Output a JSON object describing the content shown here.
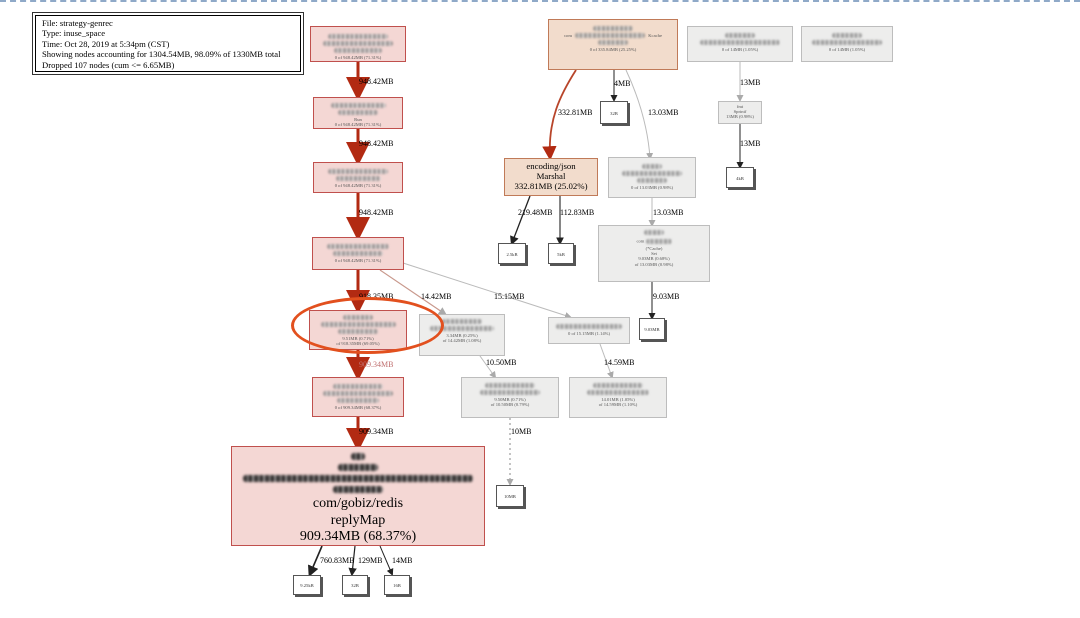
{
  "legend": {
    "file": "File: strategy-genrec",
    "type": "Type: inuse_space",
    "time": "Time: Oct 28, 2019 at 5:34pm (CST)",
    "showing": "Showing nodes accounting for 1304.54MB, 98.09% of 1330MB total",
    "dropped": "Dropped 107 nodes (cum <= 6.65MB)"
  },
  "nodes": {
    "n1": {
      "stat": "0 of 948.42MB (71.31%)"
    },
    "n2": {
      "label": "Run",
      "stat": "0 of 948.42MB (71.31%)"
    },
    "n3": {
      "stat": "0 of 948.42MB (71.31%)"
    },
    "n4": {
      "stat": "0 of 948.42MB (71.31%)"
    },
    "n5": {
      "stat1": "9.51MB (0.71%)",
      "stat2": "of 918.35MB (69.05%)"
    },
    "n6": {
      "stat": "0 of 909.34MB (68.37%)"
    },
    "redis": {
      "pkg": "com/gobiz/redis",
      "func": "replyMap",
      "stat": "909.34MB (68.37%)"
    },
    "cache_top": {
      "prefix": "com",
      "suffix": "Kcache",
      "stat": "0 of 335.84MB (25.25%)"
    },
    "json": {
      "pkg": "encoding/json",
      "func": "Marshal",
      "stat": "332.81MB (25.02%)"
    },
    "g1": {
      "stat": "0 of 13.03MB (0.98%)"
    },
    "g2": {
      "pkg": "com",
      "recv": "(*Cache)",
      "func": "Set",
      "stat1": "9.03MB (0.68%)",
      "stat2": "of 13.03MB (0.98%)"
    },
    "g3": {
      "stat1": "3.34MB (0.25%)",
      "stat2": "of 14.42MB (1.08%)"
    },
    "g4": {
      "stat": "0 of 15.15MB (1.14%)"
    },
    "g5": {
      "stat1": "9.50MB (0.71%)",
      "stat2": "of 10.50MB (0.79%)"
    },
    "g6": {
      "stat1": "14.01MB (1.05%)",
      "stat2": "of 14.59MB (1.10%)"
    },
    "tr1": {
      "stat": "0 of 14MB (1.05%)"
    },
    "tr2": {
      "stat": "0 of 14MB (1.05%)"
    },
    "sprintf": {
      "pkg": "fmt",
      "func": "Sprintf",
      "stat": "13MB (0.98%)"
    }
  },
  "leaves": [
    "32B",
    "2.5kB",
    "5kB",
    "4kB",
    "9.03MB",
    "10MB",
    "9.25kB",
    "32B",
    "16B"
  ],
  "edges": {
    "e1": "948.42MB",
    "e2": "948.42MB",
    "e3": "948.42MB",
    "e4": "918.35MB",
    "e5": "14.42MB",
    "e6": "15.15MB",
    "e7": "909.34MB",
    "e8": "909.34MB",
    "e9": "332.81MB",
    "e10": "4MB",
    "e11": "13.03MB",
    "e12": "219.48MB",
    "e13": "112.83MB",
    "e14": "13.03MB",
    "e15": "9.03MB",
    "e16": "10.50MB",
    "e17": "10MB",
    "e18": "14.59MB",
    "e19": "13MB",
    "e20": "13MB",
    "e21": "760.83MB",
    "e22": "129MB",
    "e23": "14MB"
  }
}
